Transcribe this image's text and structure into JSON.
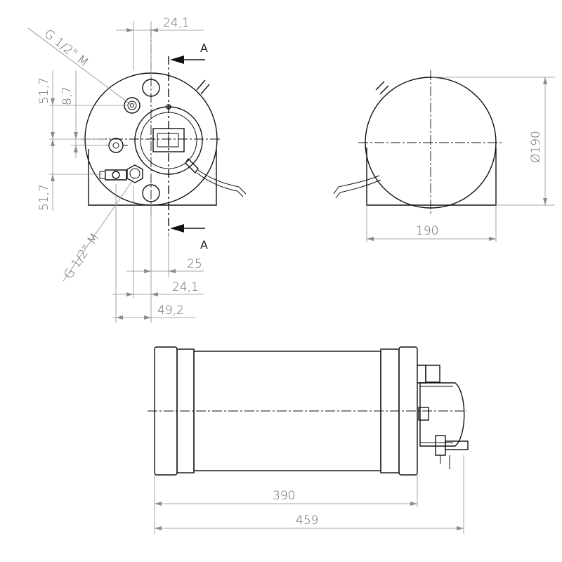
{
  "front_view": {
    "thread_top": "G 1/2\" M",
    "thread_bottom": "G 1/2\" M",
    "dim_top_offset": "24,1",
    "dim_left_upper": "51,7",
    "dim_left_small": "8,7",
    "dim_left_lower": "51,7",
    "dim_bottom_25": "25",
    "dim_bottom_24": "24,1",
    "dim_bottom_49": "49,2",
    "section_top": "A",
    "section_bottom": "A"
  },
  "side_view": {
    "diameter": "Ø190",
    "width": "190"
  },
  "top_view": {
    "body_length": "390",
    "total_length": "459"
  }
}
